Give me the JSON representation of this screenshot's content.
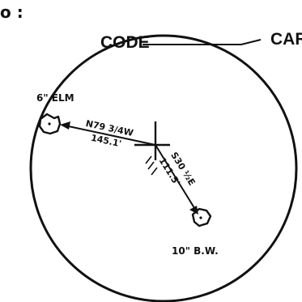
{
  "diagram": {
    "corner_mark": "o :",
    "code_label": "CODE",
    "car_label": "CAR",
    "tree_1": {
      "label": "6\" ELM"
    },
    "tree_2": {
      "label": "10\" B.W."
    },
    "line_1": {
      "bearing": "N79 3/4W",
      "distance": "145.1'"
    },
    "line_2": {
      "bearing": "S30 ½E",
      "distance": "111.5'"
    },
    "ink_color": "#111111",
    "paper_color": "#ffffff"
  }
}
